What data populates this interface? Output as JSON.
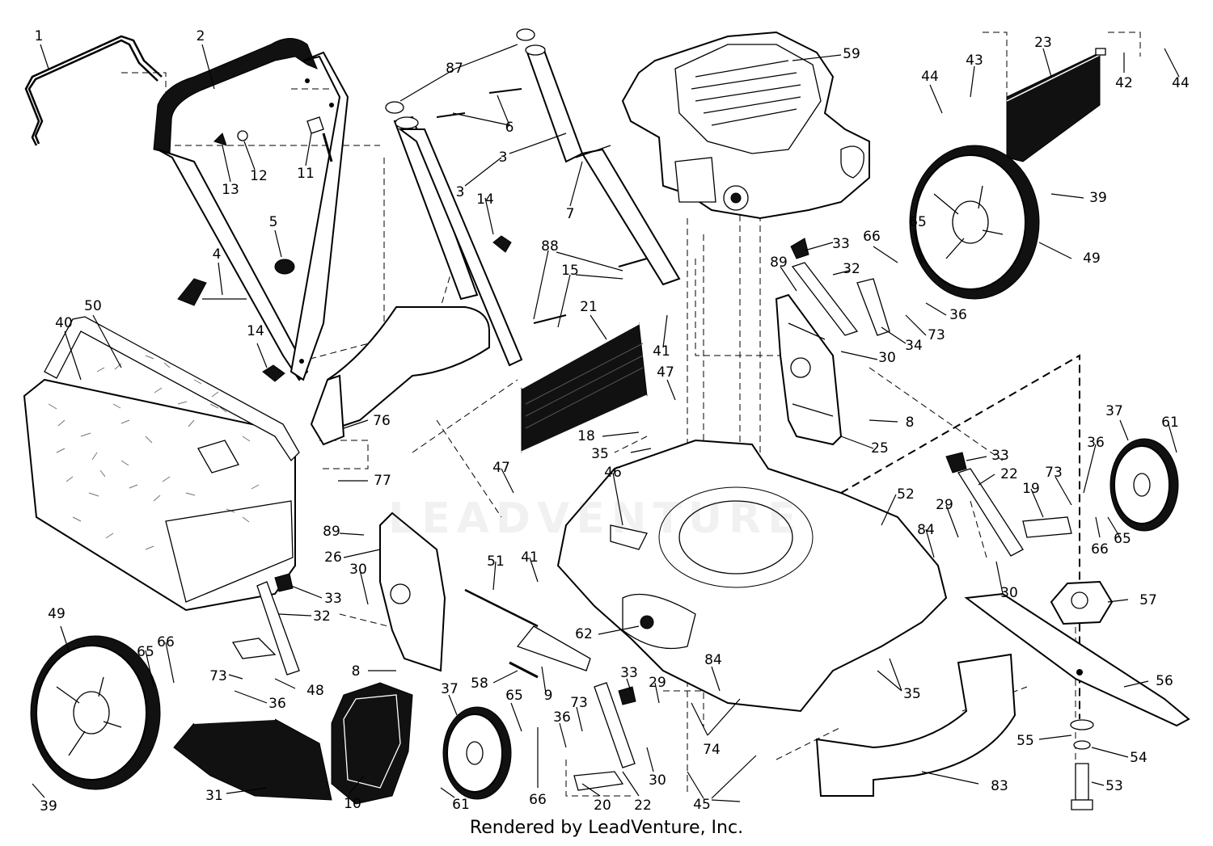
{
  "watermark": "LEADVENTURE",
  "footer": "Rendered by LeadVenture, Inc.",
  "callouts": [
    {
      "id": "c1",
      "label": "1"
    },
    {
      "id": "c2",
      "label": "2"
    },
    {
      "id": "c87",
      "label": "87"
    },
    {
      "id": "c59",
      "label": "59"
    },
    {
      "id": "c23",
      "label": "23"
    },
    {
      "id": "c43",
      "label": "43"
    },
    {
      "id": "c44a",
      "label": "44"
    },
    {
      "id": "c42",
      "label": "42"
    },
    {
      "id": "c44b",
      "label": "44"
    },
    {
      "id": "c6",
      "label": "6"
    },
    {
      "id": "c3a",
      "label": "3"
    },
    {
      "id": "c3b",
      "label": "3"
    },
    {
      "id": "c13",
      "label": "13"
    },
    {
      "id": "c12",
      "label": "12"
    },
    {
      "id": "c11",
      "label": "11"
    },
    {
      "id": "c7",
      "label": "7"
    },
    {
      "id": "c39a",
      "label": "39"
    },
    {
      "id": "c14a",
      "label": "14"
    },
    {
      "id": "c5",
      "label": "5"
    },
    {
      "id": "c88",
      "label": "88"
    },
    {
      "id": "c33a",
      "label": "33"
    },
    {
      "id": "c49a",
      "label": "49"
    },
    {
      "id": "c4",
      "label": "4"
    },
    {
      "id": "c15",
      "label": "15"
    },
    {
      "id": "c89a",
      "label": "89"
    },
    {
      "id": "c32a",
      "label": "32"
    },
    {
      "id": "c66a",
      "label": "66"
    },
    {
      "id": "c65a",
      "label": "65"
    },
    {
      "id": "c50",
      "label": "50"
    },
    {
      "id": "c21",
      "label": "21"
    },
    {
      "id": "c36a",
      "label": "36"
    },
    {
      "id": "c40",
      "label": "40"
    },
    {
      "id": "c41a",
      "label": "41"
    },
    {
      "id": "c73a",
      "label": "73"
    },
    {
      "id": "c34",
      "label": "34"
    },
    {
      "id": "c14b",
      "label": "14"
    },
    {
      "id": "c30a",
      "label": "30"
    },
    {
      "id": "c47a",
      "label": "47"
    },
    {
      "id": "c76",
      "label": "76"
    },
    {
      "id": "c8a",
      "label": "8"
    },
    {
      "id": "c37a",
      "label": "37"
    },
    {
      "id": "c61a",
      "label": "61"
    },
    {
      "id": "c18",
      "label": "18"
    },
    {
      "id": "c25",
      "label": "25"
    },
    {
      "id": "c35a",
      "label": "35"
    },
    {
      "id": "c36b",
      "label": "36"
    },
    {
      "id": "c33b",
      "label": "33"
    },
    {
      "id": "c47b",
      "label": "47"
    },
    {
      "id": "c46",
      "label": "46"
    },
    {
      "id": "c22a",
      "label": "22"
    },
    {
      "id": "c73b",
      "label": "73"
    },
    {
      "id": "c77",
      "label": "77"
    },
    {
      "id": "c19",
      "label": "19"
    },
    {
      "id": "c52",
      "label": "52"
    },
    {
      "id": "c29a",
      "label": "29"
    },
    {
      "id": "c66b",
      "label": "66"
    },
    {
      "id": "c65b",
      "label": "65"
    },
    {
      "id": "c89b",
      "label": "89"
    },
    {
      "id": "c84a",
      "label": "84"
    },
    {
      "id": "c26",
      "label": "26"
    },
    {
      "id": "c51",
      "label": "51"
    },
    {
      "id": "c41b",
      "label": "41"
    },
    {
      "id": "c30b",
      "label": "30"
    },
    {
      "id": "c57",
      "label": "57"
    },
    {
      "id": "c30c",
      "label": "30"
    },
    {
      "id": "c33c",
      "label": "33"
    },
    {
      "id": "c32b",
      "label": "32"
    },
    {
      "id": "c62",
      "label": "62"
    },
    {
      "id": "c49b",
      "label": "49"
    },
    {
      "id": "c65c",
      "label": "65"
    },
    {
      "id": "c66c",
      "label": "66"
    },
    {
      "id": "c48",
      "label": "48"
    },
    {
      "id": "c73c",
      "label": "73"
    },
    {
      "id": "c36c",
      "label": "36"
    },
    {
      "id": "c8b",
      "label": "8"
    },
    {
      "id": "c84b",
      "label": "84"
    },
    {
      "id": "c35b",
      "label": "35"
    },
    {
      "id": "c56",
      "label": "56"
    },
    {
      "id": "c58",
      "label": "58"
    },
    {
      "id": "c9",
      "label": "9"
    },
    {
      "id": "c33d",
      "label": "33"
    },
    {
      "id": "c29b",
      "label": "29"
    },
    {
      "id": "c37b",
      "label": "37"
    },
    {
      "id": "c65d",
      "label": "65"
    },
    {
      "id": "c73d",
      "label": "73"
    },
    {
      "id": "c36d",
      "label": "36"
    },
    {
      "id": "c74",
      "label": "74"
    },
    {
      "id": "c55",
      "label": "55"
    },
    {
      "id": "c54",
      "label": "54"
    },
    {
      "id": "c31",
      "label": "31"
    },
    {
      "id": "c10",
      "label": "10"
    },
    {
      "id": "c30d",
      "label": "30"
    },
    {
      "id": "c83",
      "label": "83"
    },
    {
      "id": "c53",
      "label": "53"
    },
    {
      "id": "c39b",
      "label": "39"
    },
    {
      "id": "c61b",
      "label": "61"
    },
    {
      "id": "c66d",
      "label": "66"
    },
    {
      "id": "c20",
      "label": "20"
    },
    {
      "id": "c22b",
      "label": "22"
    },
    {
      "id": "c45",
      "label": "45"
    }
  ]
}
